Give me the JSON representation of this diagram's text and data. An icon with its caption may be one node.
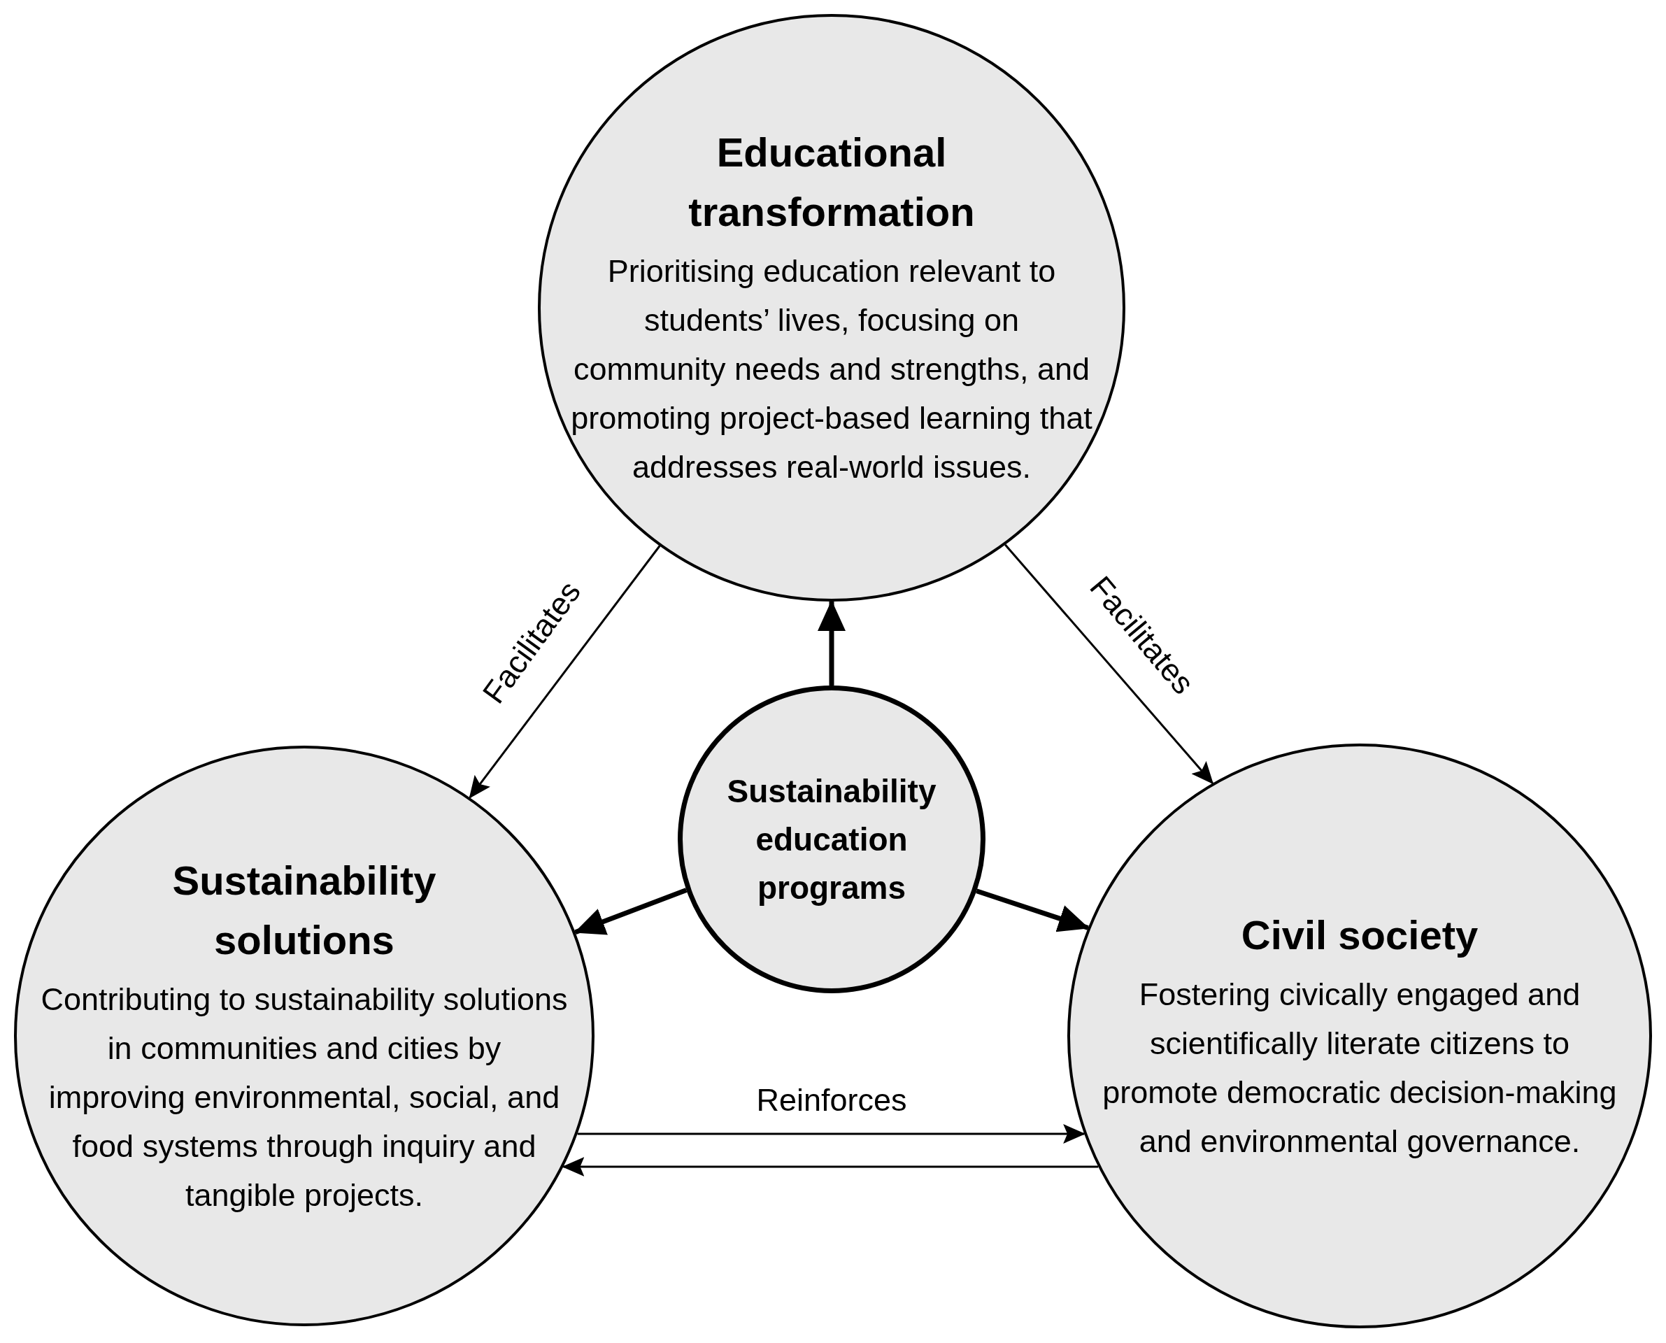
{
  "diagram": {
    "nodes": [
      {
        "text": [
          "Educational transformation",
          "Prioritising education relevant to students’ lives, focusing on community needs and strengths, and promoting project-based learning that addresses real-world issues."
        ]
      },
      {
        "text": [
          "Sustainability education programs"
        ]
      },
      {
        "text": [
          "Sustainability solutions",
          "Contributing to sustainability solutions in communities and cities by improving environmental, social, and food systems through inquiry and tangible projects."
        ]
      },
      {
        "text": [
          "Civil society",
          "Fostering civically engaged and scientifically literate citizens to promote democratic decision-making and environmental governance."
        ]
      }
    ],
    "edges": [
      {
        "from": 1,
        "to": 0,
        "arrow": "to",
        "style": "thick"
      },
      {
        "from": 1,
        "to": 2,
        "arrow": "to",
        "style": "thick"
      },
      {
        "from": 1,
        "to": 3,
        "arrow": "to",
        "style": "thick"
      },
      {
        "from": 0,
        "to": 2,
        "arrow": "to",
        "label": "Facilitates"
      },
      {
        "from": 0,
        "to": 3,
        "arrow": "to",
        "label": "Facilitates"
      },
      {
        "from": 2,
        "to": 3,
        "arrow": "to",
        "label": "Reinforces"
      },
      {
        "from": 3,
        "to": 2,
        "arrow": "to"
      }
    ]
  }
}
